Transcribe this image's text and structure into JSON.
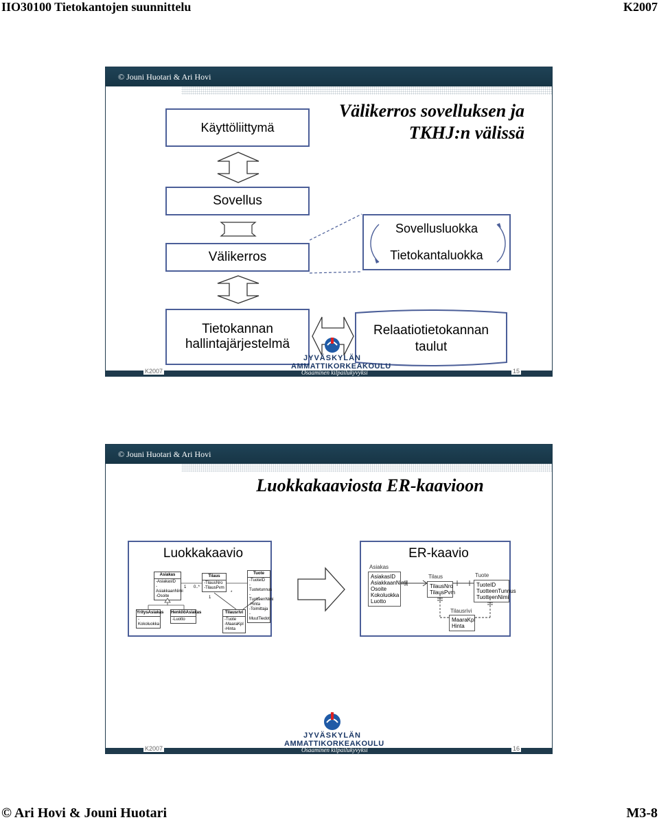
{
  "page": {
    "header_left": "IIO30100 Tietokantojen suunnittelu",
    "header_right": "K2007",
    "footer_left": "© Ari Hovi & Jouni Huotari",
    "footer_right": "M3-8"
  },
  "slide1": {
    "copyright": "© Jouni Huotari & Ari Hovi",
    "title_line1": "Välikerros sovelluksen ja",
    "title_line2": "TKHJ:n välissä",
    "box_ui": "Käyttöliittymä",
    "box_app": "Sovellus",
    "box_middle": "Välikerros",
    "box_class1": "Sovellusluokka",
    "box_class2": "Tietokantaluokka",
    "box_dbms_line1": "Tietokannan",
    "box_dbms_line2": "hallintajärjestelmä",
    "box_tables_line1": "Relaatiotietokannan",
    "box_tables_line2": "taulut",
    "logo_line1": "JYVÄSKYLÄN",
    "logo_line2": "AMMATTIKORKEAKOULU",
    "footer_left": "K2007",
    "footer_motto": "Osaaminen kilpailukyvyksi",
    "footer_page": "15"
  },
  "slide2": {
    "copyright": "© Jouni Huotari & Ari Hovi",
    "title": "Luokkakaaviosta ER-kaavioon",
    "left_label": "Luokkakaavio",
    "right_label": "ER-kaavio",
    "uml": {
      "asiakas_name": "Asiakas",
      "asiakas_attrs": "-AsiakasID\n-AsiakkaanNimi\n-Osoite",
      "tilaus_name": "Tilaus",
      "tilaus_attrs": "-TilausNro\n-TilausPvm",
      "tuote_name": "Tuote",
      "tuote_attrs": "-TuoteID\n-Tuotetunnus\n-TuotteenNimi\n-Hinta\n-Toimittaja\n-MuutTiedot",
      "yritys_name": "YritysAsiakas",
      "yritys_attrs": "-Kokoluokka",
      "henkilo_name": "HenkilöAsiakas",
      "henkilo_attrs": "-Luotto",
      "rivi_name": "Tilausrivi",
      "rivi_attrs": "-Tuote\n-MaaraKpl\n-Hinta",
      "mult_1": "1",
      "mult_0n": "0..*",
      "mult_1b": "1",
      "mult_star": "*"
    },
    "er": {
      "asiakas_name": "Asiakas",
      "asiakas_attrs": "AsiakasID\nAsiakkaanNimi\nOsoite\nKokoluokka\nLuotto",
      "tilaus_name": "Tilaus",
      "tilaus_attrs": "TilausNro\nTilausPvm",
      "tuote_name": "Tuote",
      "tuote_attrs": "TuoteID\nTuotteenTunnus\nTuotteenNimi",
      "rivi_name": "Tilausrivi",
      "rivi_attrs": "MaaraKpl\nHinta"
    },
    "logo_line1": "JYVÄSKYLÄN",
    "logo_line2": "AMMATTIKORKEAKOULU",
    "footer_left": "K2007",
    "footer_motto": "Osaaminen kilpailukyvyksi",
    "footer_page": "16"
  }
}
